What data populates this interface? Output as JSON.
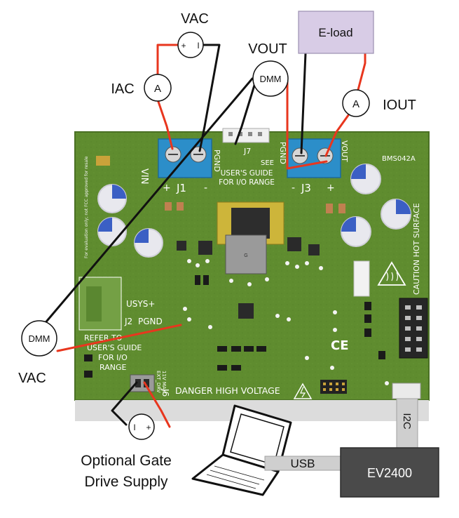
{
  "instruments": {
    "vac_source": "VAC",
    "ammeter_symbol": "A",
    "iac_label": "IAC",
    "vout_label": "VOUT",
    "dmm_label": "DMM",
    "eload": "E-load",
    "iout_label": "IOUT",
    "vac_bottom_label": "VAC",
    "plus_sign": "+",
    "minus_sign": "I"
  },
  "board": {
    "id": "BMS042A",
    "j1": "J1",
    "vin": "VIN",
    "j7": "J7",
    "see": "SEE",
    "users_guide_1": "USER'S GUIDE",
    "for_io_range": "FOR I/O RANGE",
    "pgnd": "PGND",
    "vout": "VOUT",
    "j3": "J3",
    "usys": "USYS+",
    "j2": "J2",
    "j2_pgnd": "PGND",
    "refer_to": "REFER TO",
    "users_guide_2": "USER'S GUIDE",
    "for_io": "FOR I/O",
    "range": "RANGE",
    "j6": "J6",
    "ext_drv": "EXT_DRV",
    "v_max": "11V MAX",
    "danger": "DANGER HIGH VOLTAGE",
    "caution": "CAUTION HOT SURFACE",
    "ce_mark": "CE",
    "disclaimer": "For evaluation only; not FCC approved for resale"
  },
  "gate_supply": {
    "line1": "Optional Gate",
    "line2": "Drive Supply"
  },
  "interfaces": {
    "usb": "USB",
    "i2c": "I2C",
    "ev2400": "EV2400"
  },
  "colors": {
    "board_green": "#5f8c2f",
    "wire_red": "#e8361e",
    "wire_black": "#111111",
    "eload_fill": "#d8cce6",
    "ev2400_fill": "#4a4a4a",
    "terminal_blue": "#2c8ec9",
    "cap_blue": "#3b5fc4"
  }
}
